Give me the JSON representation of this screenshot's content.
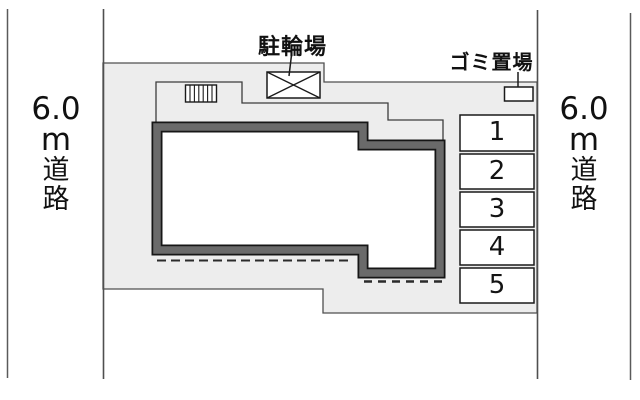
{
  "diagram": {
    "type": "real-estate site plan",
    "annotations": {
      "bicycle_parking": "駐輪場",
      "garbage_area": "ゴミ置場"
    },
    "roads": {
      "left": {
        "label": "6.0m道路",
        "lines": [
          "6.0",
          "m",
          "道",
          "路"
        ]
      },
      "right": {
        "label": "6.0m道路",
        "lines": [
          "6.0",
          "m",
          "道",
          "路"
        ]
      }
    },
    "parking": {
      "spaces": [
        "1",
        "2",
        "3",
        "4",
        "5"
      ]
    },
    "colors": {
      "background": "#ffffff",
      "plot_fill": "#ededed",
      "building_wall": "#6a6a6a",
      "outline": "#1a1a1a",
      "boundary_line": "#4f4f4f"
    }
  }
}
